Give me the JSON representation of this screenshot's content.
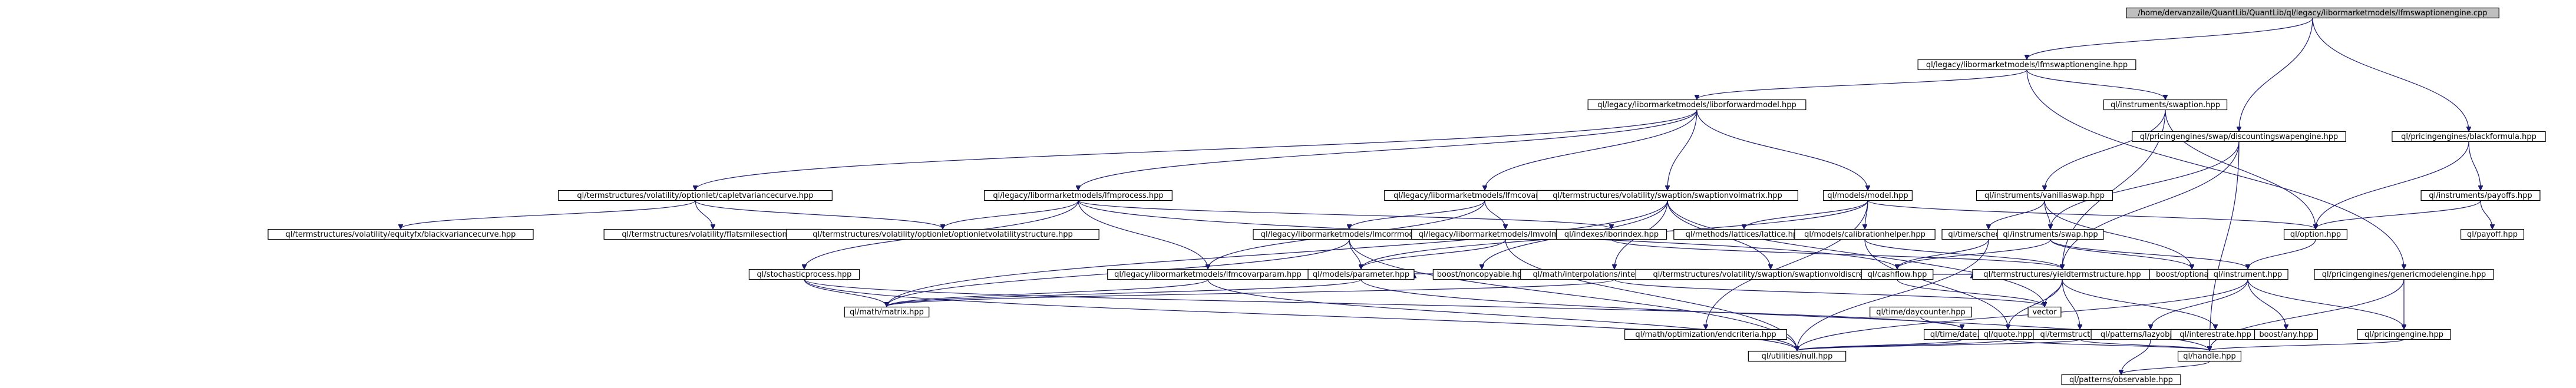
{
  "colors": {
    "root_fill": "#bfbfbf",
    "node_fill": "#ffffff",
    "node_border": "#000000",
    "missing_border": "#ff0000",
    "edge": "#191970"
  },
  "nodes": [
    {
      "id": "root",
      "label": "/home/dervanzaile/QuantLib/QuantLib/ql/legacy/libormarketmodels/lfmswaptionengine.cpp",
      "kind": "root"
    },
    {
      "id": "lfmswaptionengine",
      "label": "ql/legacy/libormarketmodels/lfmswaptionengine.hpp",
      "kind": "normal"
    },
    {
      "id": "liborforwardmodel",
      "label": "ql/legacy/libormarketmodels/liborforwardmodel.hpp",
      "kind": "normal"
    },
    {
      "id": "swaption",
      "label": "ql/instruments/swaption.hpp",
      "kind": "normal"
    },
    {
      "id": "discountingswapengine",
      "label": "ql/pricingengines/swap/discountingswapengine.hpp",
      "kind": "normal"
    },
    {
      "id": "blackformula",
      "label": "ql/pricingengines/blackformula.hpp",
      "kind": "normal"
    },
    {
      "id": "capletvariancecurve",
      "label": "ql/termstructures/volatility/optionlet/capletvariancecurve.hpp",
      "kind": "normal"
    },
    {
      "id": "lfmprocess",
      "label": "ql/legacy/libormarketmodels/lfmprocess.hpp",
      "kind": "normal"
    },
    {
      "id": "lfmcovarproxy",
      "label": "ql/legacy/libormarketmodels/lfmcovarproxy.hpp",
      "kind": "normal"
    },
    {
      "id": "swaptionvolmatrix",
      "label": "ql/termstructures/volatility/swaption/swaptionvolmatrix.hpp",
      "kind": "normal"
    },
    {
      "id": "model",
      "label": "ql/models/model.hpp",
      "kind": "normal"
    },
    {
      "id": "vanillaswap",
      "label": "ql/instruments/vanillaswap.hpp",
      "kind": "normal"
    },
    {
      "id": "payoffs",
      "label": "ql/instruments/payoffs.hpp",
      "kind": "normal"
    },
    {
      "id": "blackvariancecurve",
      "label": "ql/termstructures/volatility/equityfx/blackvariancecurve.hpp",
      "kind": "missing"
    },
    {
      "id": "flatsmilesection",
      "label": "ql/termstructures/volatility/flatsmilesection.hpp",
      "kind": "missing"
    },
    {
      "id": "optionletvolatilitystructure",
      "label": "ql/termstructures/volatility/optionlet/optionletvolatilitystructure.hpp",
      "kind": "missing"
    },
    {
      "id": "stochasticprocess",
      "label": "ql/stochasticprocess.hpp",
      "kind": "normal"
    },
    {
      "id": "lmcorrmodel",
      "label": "ql/legacy/libormarketmodels/lmcorrmodel.hpp",
      "kind": "missing"
    },
    {
      "id": "lmvolmodel",
      "label": "ql/legacy/libormarketmodels/lmvolmodel.hpp",
      "kind": "normal"
    },
    {
      "id": "iborindex",
      "label": "ql/indexes/iborindex.hpp",
      "kind": "missing"
    },
    {
      "id": "lattice",
      "label": "ql/methods/lattices/lattice.hpp",
      "kind": "missing"
    },
    {
      "id": "calibrationhelper",
      "label": "ql/models/calibrationhelper.hpp",
      "kind": "missing"
    },
    {
      "id": "schedule",
      "label": "ql/time/schedule.hpp",
      "kind": "missing"
    },
    {
      "id": "swap",
      "label": "ql/instruments/swap.hpp",
      "kind": "normal"
    },
    {
      "id": "option",
      "label": "ql/option.hpp",
      "kind": "normal"
    },
    {
      "id": "payoff",
      "label": "ql/payoff.hpp",
      "kind": "missing"
    },
    {
      "id": "lfmcovarparam",
      "label": "ql/legacy/libormarketmodels/lfmcovarparam.hpp",
      "kind": "normal"
    },
    {
      "id": "parameter",
      "label": "ql/models/parameter.hpp",
      "kind": "missing"
    },
    {
      "id": "noncopyable",
      "label": "boost/noncopyable.hpp",
      "kind": "normal"
    },
    {
      "id": "interpolation2d",
      "label": "ql/math/interpolations/interpolation2d.hpp",
      "kind": "missing"
    },
    {
      "id": "swaptionvoldiscrete",
      "label": "ql/termstructures/volatility/swaption/swaptionvoldiscrete.hpp",
      "kind": "missing"
    },
    {
      "id": "cashflow",
      "label": "ql/cashflow.hpp",
      "kind": "missing"
    },
    {
      "id": "daycounter",
      "label": "ql/time/daycounter.hpp",
      "kind": "missing"
    },
    {
      "id": "yieldtermstructure",
      "label": "ql/termstructures/yieldtermstructure.hpp",
      "kind": "normal"
    },
    {
      "id": "boostoptional",
      "label": "boost/optional.hpp",
      "kind": "normal"
    },
    {
      "id": "instrument",
      "label": "ql/instrument.hpp",
      "kind": "missing"
    },
    {
      "id": "genericmodelengine",
      "label": "ql/pricingengines/genericmodelengine.hpp",
      "kind": "normal"
    },
    {
      "id": "matrix",
      "label": "ql/math/matrix.hpp",
      "kind": "missing"
    },
    {
      "id": "vector",
      "label": "vector",
      "kind": "normal"
    },
    {
      "id": "endcriteria",
      "label": "ql/math/optimization/endcriteria.hpp",
      "kind": "missing"
    },
    {
      "id": "timedate",
      "label": "ql/time/date.hpp",
      "kind": "missing"
    },
    {
      "id": "quote",
      "label": "ql/quote.hpp",
      "kind": "missing"
    },
    {
      "id": "termstructure",
      "label": "ql/termstructure.hpp",
      "kind": "missing"
    },
    {
      "id": "lazyobject",
      "label": "ql/patterns/lazyobject.hpp",
      "kind": "normal"
    },
    {
      "id": "interestrate",
      "label": "ql/interestrate.hpp",
      "kind": "missing"
    },
    {
      "id": "boostany",
      "label": "boost/any.hpp",
      "kind": "normal"
    },
    {
      "id": "pricingengine",
      "label": "ql/pricingengine.hpp",
      "kind": "normal"
    },
    {
      "id": "null",
      "label": "ql/utilities/null.hpp",
      "kind": "missing"
    },
    {
      "id": "handle",
      "label": "ql/handle.hpp",
      "kind": "normal"
    },
    {
      "id": "observable",
      "label": "ql/patterns/observable.hpp",
      "kind": "missing"
    }
  ],
  "edges": [
    [
      "root",
      "lfmswaptionengine"
    ],
    [
      "root",
      "discountingswapengine"
    ],
    [
      "root",
      "blackformula"
    ],
    [
      "lfmswaptionengine",
      "liborforwardmodel"
    ],
    [
      "lfmswaptionengine",
      "swaption"
    ],
    [
      "lfmswaptionengine",
      "genericmodelengine"
    ],
    [
      "liborforwardmodel",
      "capletvariancecurve"
    ],
    [
      "liborforwardmodel",
      "lfmprocess"
    ],
    [
      "liborforwardmodel",
      "lfmcovarproxy"
    ],
    [
      "liborforwardmodel",
      "swaptionvolmatrix"
    ],
    [
      "liborforwardmodel",
      "model"
    ],
    [
      "swaption",
      "vanillaswap"
    ],
    [
      "swaption",
      "option"
    ],
    [
      "swaption",
      "yieldtermstructure"
    ],
    [
      "discountingswapengine",
      "swap"
    ],
    [
      "discountingswapengine",
      "yieldtermstructure"
    ],
    [
      "discountingswapengine",
      "handle"
    ],
    [
      "blackformula",
      "payoffs"
    ],
    [
      "blackformula",
      "option"
    ],
    [
      "capletvariancecurve",
      "blackvariancecurve"
    ],
    [
      "capletvariancecurve",
      "flatsmilesection"
    ],
    [
      "capletvariancecurve",
      "optionletvolatilitystructure"
    ],
    [
      "lfmprocess",
      "optionletvolatilitystructure"
    ],
    [
      "lfmprocess",
      "stochasticprocess"
    ],
    [
      "lfmprocess",
      "lfmcovarparam"
    ],
    [
      "lfmprocess",
      "iborindex"
    ],
    [
      "lfmprocess",
      "cashflow"
    ],
    [
      "lfmcovarproxy",
      "lmcorrmodel"
    ],
    [
      "lfmcovarproxy",
      "lmvolmodel"
    ],
    [
      "lfmcovarproxy",
      "lfmcovarparam"
    ],
    [
      "swaptionvolmatrix",
      "noncopyable"
    ],
    [
      "swaptionvolmatrix",
      "interpolation2d"
    ],
    [
      "swaptionvolmatrix",
      "swaptionvoldiscrete"
    ],
    [
      "swaptionvolmatrix",
      "matrix"
    ],
    [
      "swaptionvolmatrix",
      "vector"
    ],
    [
      "model",
      "lattice"
    ],
    [
      "model",
      "calibrationhelper"
    ],
    [
      "model",
      "parameter"
    ],
    [
      "model",
      "endcriteria"
    ],
    [
      "model",
      "option"
    ],
    [
      "vanillaswap",
      "schedule"
    ],
    [
      "vanillaswap",
      "swap"
    ],
    [
      "vanillaswap",
      "boostoptional"
    ],
    [
      "payoffs",
      "option"
    ],
    [
      "payoffs",
      "payoff"
    ],
    [
      "stochasticprocess",
      "matrix"
    ],
    [
      "stochasticprocess",
      "timedate"
    ],
    [
      "stochasticprocess",
      "null"
    ],
    [
      "lmcorrmodel",
      "matrix"
    ],
    [
      "lmcorrmodel",
      "null"
    ],
    [
      "lmcorrmodel",
      "parameter"
    ],
    [
      "lmvolmodel",
      "parameter"
    ],
    [
      "lmvolmodel",
      "null"
    ],
    [
      "iborindex",
      "yieldtermstructure"
    ],
    [
      "calibrationhelper",
      "yieldtermstructure"
    ],
    [
      "calibrationhelper",
      "quote"
    ],
    [
      "schedule",
      "cashflow"
    ],
    [
      "schedule",
      "null"
    ],
    [
      "swap",
      "instrument"
    ],
    [
      "swap",
      "cashflow"
    ],
    [
      "swap",
      "boostoptional"
    ],
    [
      "option",
      "instrument"
    ],
    [
      "lfmcovarparam",
      "matrix"
    ],
    [
      "lfmcovarparam",
      "null"
    ],
    [
      "parameter",
      "matrix"
    ],
    [
      "parameter",
      "handle"
    ],
    [
      "interpolation2d",
      "matrix"
    ],
    [
      "interpolation2d",
      "vector"
    ],
    [
      "swaptionvoldiscrete",
      "yieldtermstructure"
    ],
    [
      "cashflow",
      "vector"
    ],
    [
      "daycounter",
      "timedate"
    ],
    [
      "yieldtermstructure",
      "quote"
    ],
    [
      "yieldtermstructure",
      "termstructure"
    ],
    [
      "yieldtermstructure",
      "interestrate"
    ],
    [
      "yieldtermstructure",
      "vector"
    ],
    [
      "instrument",
      "lazyobject"
    ],
    [
      "instrument",
      "boostany"
    ],
    [
      "instrument",
      "pricingengine"
    ],
    [
      "instrument",
      "null"
    ],
    [
      "instrument",
      "parameter"
    ],
    [
      "genericmodelengine",
      "pricingengine"
    ],
    [
      "genericmodelengine",
      "handle"
    ],
    [
      "timedate",
      "null"
    ],
    [
      "quote",
      "handle"
    ],
    [
      "quote",
      "null"
    ],
    [
      "termstructure",
      "handle"
    ],
    [
      "termstructure",
      "null"
    ],
    [
      "lazyobject",
      "observable"
    ],
    [
      "pricingengine",
      "handle"
    ],
    [
      "handle",
      "observable"
    ]
  ]
}
